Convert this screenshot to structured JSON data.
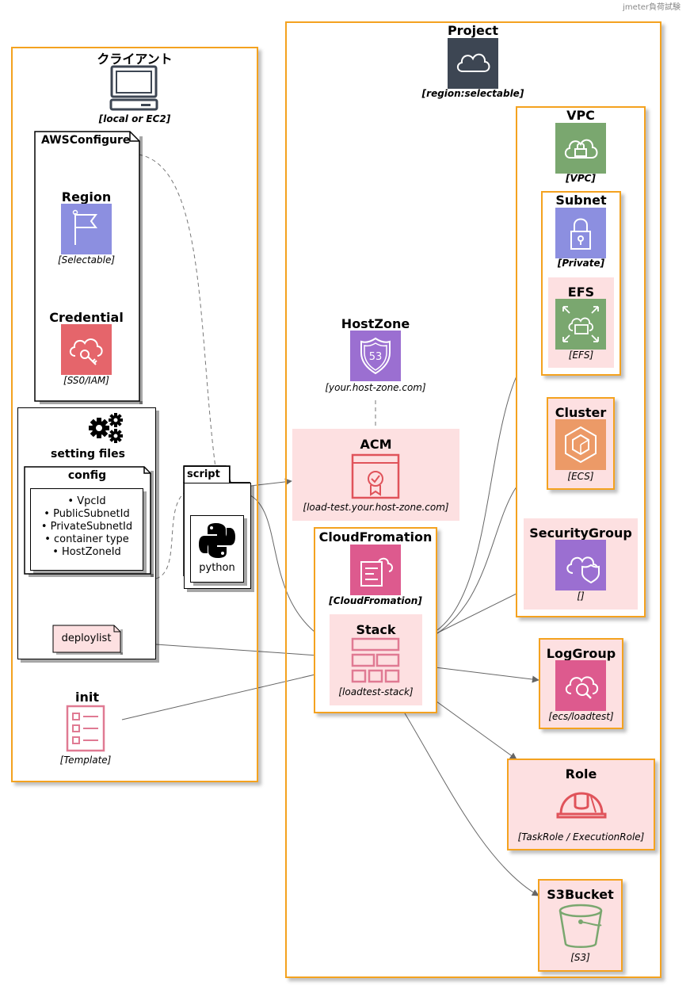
{
  "header": {
    "caption": "jmeter負荷試験"
  },
  "client": {
    "title": "クライアント",
    "stereotype": "[local or EC2]",
    "aws_configure": {
      "title": "AWSConfigure",
      "region": {
        "title": "Region",
        "stereotype": "[Selectable]"
      },
      "credential": {
        "title": "Credential",
        "stereotype": "[SS0/IAM]"
      }
    },
    "setting_files": {
      "title": "setting files",
      "config": {
        "title": "config",
        "items": [
          "• VpcId",
          "• PublicSubnetId",
          "• PrivateSubnetId",
          "• container type",
          "• HostZoneId"
        ]
      },
      "deploylist": "deploylist"
    },
    "init": {
      "title": "init",
      "stereotype": "[Template]"
    }
  },
  "script": {
    "title": "script",
    "python": "python"
  },
  "project": {
    "title": "Project",
    "stereotype": "[region:selectable]",
    "hostzone": {
      "title": "HostZone",
      "stereotype": "[your.host-zone.com]"
    },
    "acm": {
      "title": "ACM",
      "stereotype": "[load-test.your.host-zone.com]"
    },
    "cloudformation": {
      "title": "CloudFromation",
      "stereotype": "[CloudFromation]",
      "stack": {
        "title": "Stack",
        "stereotype": "[loadtest-stack]"
      }
    },
    "vpc": {
      "title": "VPC",
      "stereotype": "[VPC]",
      "subnet": {
        "title": "Subnet",
        "stereotype": "[Private]",
        "efs": {
          "title": "EFS",
          "stereotype": "[EFS]"
        }
      },
      "cluster": {
        "title": "Cluster",
        "stereotype": "[ECS]"
      },
      "security_group": {
        "title": "SecurityGroup",
        "stereotype": "[]"
      }
    },
    "loggroup": {
      "title": "LogGroup",
      "stereotype": "[ecs/loadtest]"
    },
    "role": {
      "title": "Role",
      "stereotype": "[TaskRole / ExecutionRole]"
    },
    "s3bucket": {
      "title": "S3Bucket",
      "stereotype": "[S3]"
    }
  },
  "colors": {
    "frame_orange": "#f4a21f",
    "pink_fill": "#fde0e1",
    "aws_cloud_dark": "#3d4653",
    "vpc_green": "#7aa76f",
    "subnet_purple": "#8c8fe0",
    "efs_green": "#7aa76f",
    "ecs_orange": "#ec9a67",
    "security_purple": "#9b6fd1",
    "loggroup_pink": "#dd5a8e",
    "role_red": "#e0535a",
    "s3_green": "#7aa76f",
    "acm_red": "#e0535a",
    "cloudformation_pink": "#dd5a8e",
    "stack_pink": "#e07a93",
    "route53_purple": "#9b6fd1",
    "region_purple": "#8c8fe0",
    "credential_red": "#e5656b"
  }
}
